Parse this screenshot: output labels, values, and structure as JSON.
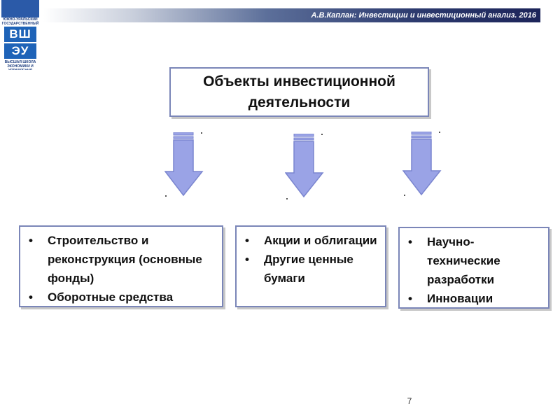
{
  "logo": {
    "caption_top": "ЮЖНО-УРАЛЬСКИЙ ГОСУДАРСТВЕННЫЙ УНИВЕРСИТЕТ",
    "letters_row1": "ВШ",
    "letters_row2": "ЭУ",
    "caption_bottom": "ВЫСШАЯ ШКОЛА ЭКОНОМИКИ И УПРАВЛЕНИЯ"
  },
  "header": {
    "title": "А.В.Каплан: Инвестиции и инвестиционный анализ. 2016"
  },
  "main": {
    "title_line1": "Объекты инвестиционной",
    "title_line2": "деятельности",
    "boxes": [
      {
        "items": [
          "Строительство и реконструкция (основные фонды)",
          "Оборотные средства"
        ]
      },
      {
        "items": [
          "Акции и облигации",
          "Другие ценные бумаги"
        ]
      },
      {
        "items": [
          "Научно-технические разработки",
          "Инновации"
        ]
      }
    ]
  },
  "footer": {
    "page_number": "7"
  },
  "colors": {
    "arrow_fill": "#9aa3e6",
    "arrow_stroke": "#7a85cf",
    "box_border": "#7b86b8",
    "header_dark": "#1c2459"
  }
}
